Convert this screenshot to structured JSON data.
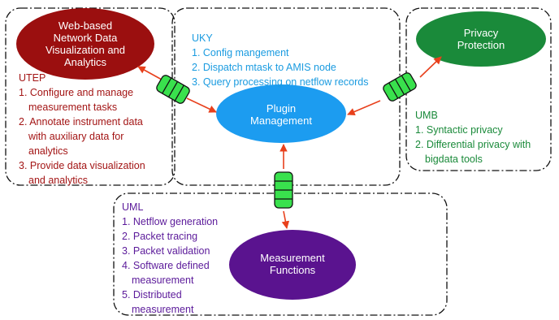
{
  "nodes": {
    "visualization": {
      "title_lines": [
        "Web-based",
        "Network Data",
        "Visualization and",
        "Analytics"
      ]
    },
    "privacy": {
      "title_lines": [
        "Privacy",
        "Protection"
      ]
    },
    "plugin": {
      "title_lines": [
        "Plugin",
        "Management"
      ]
    },
    "measurement": {
      "title_lines": [
        "Measurement",
        "Functions"
      ]
    }
  },
  "teams": {
    "utep": {
      "name": "UTEP",
      "items": [
        "1. Configure and manage",
        "measurement tasks",
        "2. Annotate instrument data",
        "with auxiliary data for",
        "analytics",
        "3. Provide data visualization",
        "and analytics"
      ]
    },
    "uky": {
      "name": "UKY",
      "items": [
        "1. Config mangement",
        "2. Dispatch mtask to AMIS node",
        "3. Query processing on netflow records"
      ]
    },
    "umb": {
      "name": "UMB",
      "items": [
        "1. Syntactic privacy",
        "2. Differential privacy with",
        "bigdata tools"
      ]
    },
    "uml": {
      "name": "UML",
      "items": [
        "1. Netflow generation",
        "2. Packet tracing",
        "3. Packet validation",
        "4. Software defined",
        "measurement",
        "5. Distributed",
        "measurement"
      ]
    }
  },
  "colors": {
    "visualization": "#9b0f0f",
    "privacy": "#1a8a3a",
    "plugin": "#1c9cf0",
    "measurement": "#5a138f",
    "connector": "#39e14d",
    "arrow": "#e8401c"
  }
}
